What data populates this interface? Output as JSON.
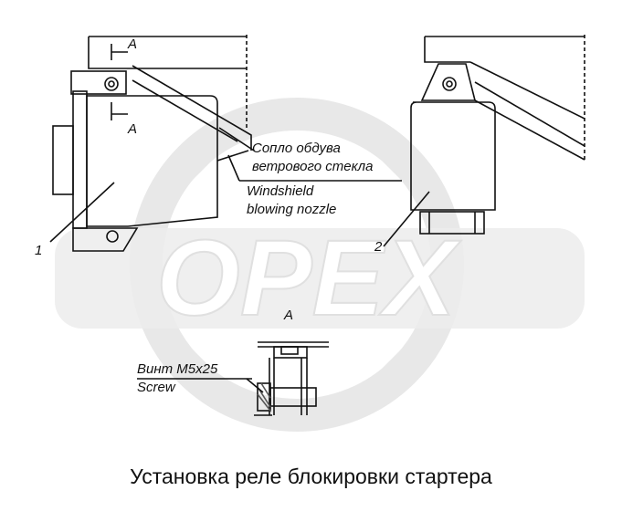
{
  "watermark": {
    "text": "OPEX",
    "color": "#e6e6e6"
  },
  "labels": {
    "section_top": "A",
    "section_bottom": "A",
    "view_a": "A",
    "nozzle_ru_1": "Сопло обдува",
    "nozzle_ru_2": "ветрового стекла",
    "nozzle_en_1": "Windshield",
    "nozzle_en_2": "blowing nozzle",
    "item_1": "1",
    "item_2": "2",
    "screw_ru": "Винт М5х25",
    "screw_en": "Screw"
  },
  "caption": "Установка реле блокировки стартера",
  "colors": {
    "line": "#111111",
    "hatch": "#555555"
  }
}
